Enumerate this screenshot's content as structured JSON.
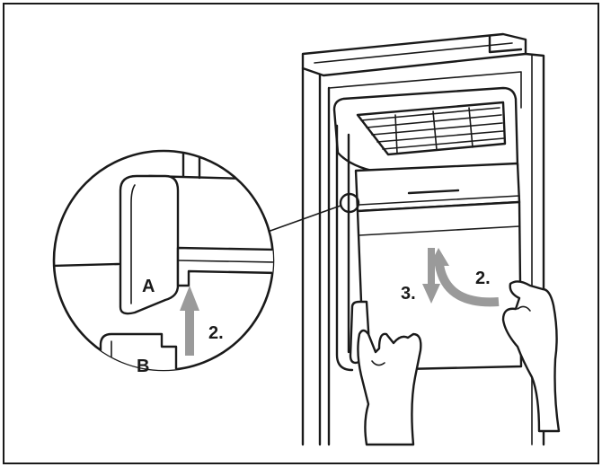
{
  "labels": {
    "part_a": "A",
    "part_b": "B",
    "step_lift_detail": "2.",
    "step_lift_main": "2.",
    "step_down_main": "3."
  },
  "colors": {
    "line": "#1a1a1a",
    "arrow": "#9a9a9a",
    "background": "#ffffff"
  }
}
